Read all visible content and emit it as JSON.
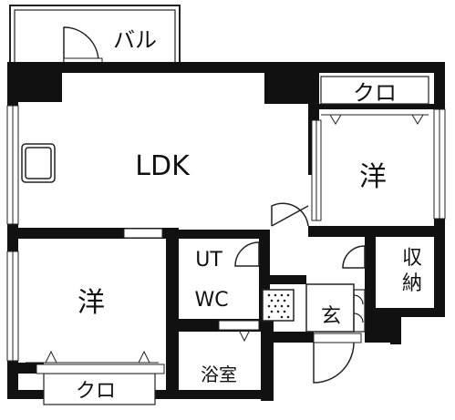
{
  "rooms": {
    "balcony": "バル",
    "ldk": "LDK",
    "closet_top": "クロ",
    "western_right": "洋",
    "western_left": "洋",
    "closet_bottom": "クロ",
    "utility": "UT",
    "toilet": "WC",
    "bath": "浴室",
    "entrance": "玄",
    "storage_line1": "収",
    "storage_line2": "納"
  },
  "colors": {
    "wall": "#111111",
    "line": "#222222",
    "background": "#ffffff"
  }
}
